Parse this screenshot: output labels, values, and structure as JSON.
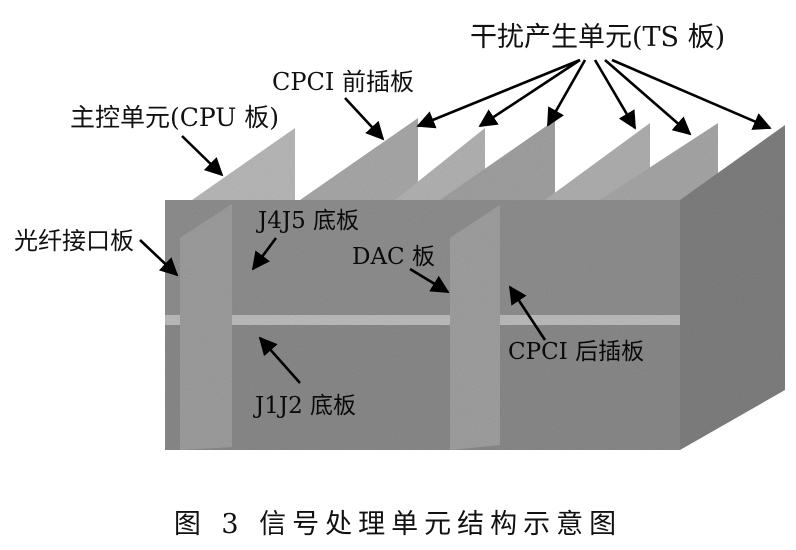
{
  "labels": {
    "ts_board": "干扰产生单元(TS 板)",
    "cpci_front": "CPCI 前插板",
    "cpu_board": "主控单元(CPU 板)",
    "fiber_board": "光纤接口板",
    "j4j5": "J4J5 底板",
    "dac": "DAC 板",
    "j1j2": "J1J2 底板",
    "cpci_rear": "CPCI 后插板"
  },
  "caption": "图 3   信号处理单元结构示意图"
}
